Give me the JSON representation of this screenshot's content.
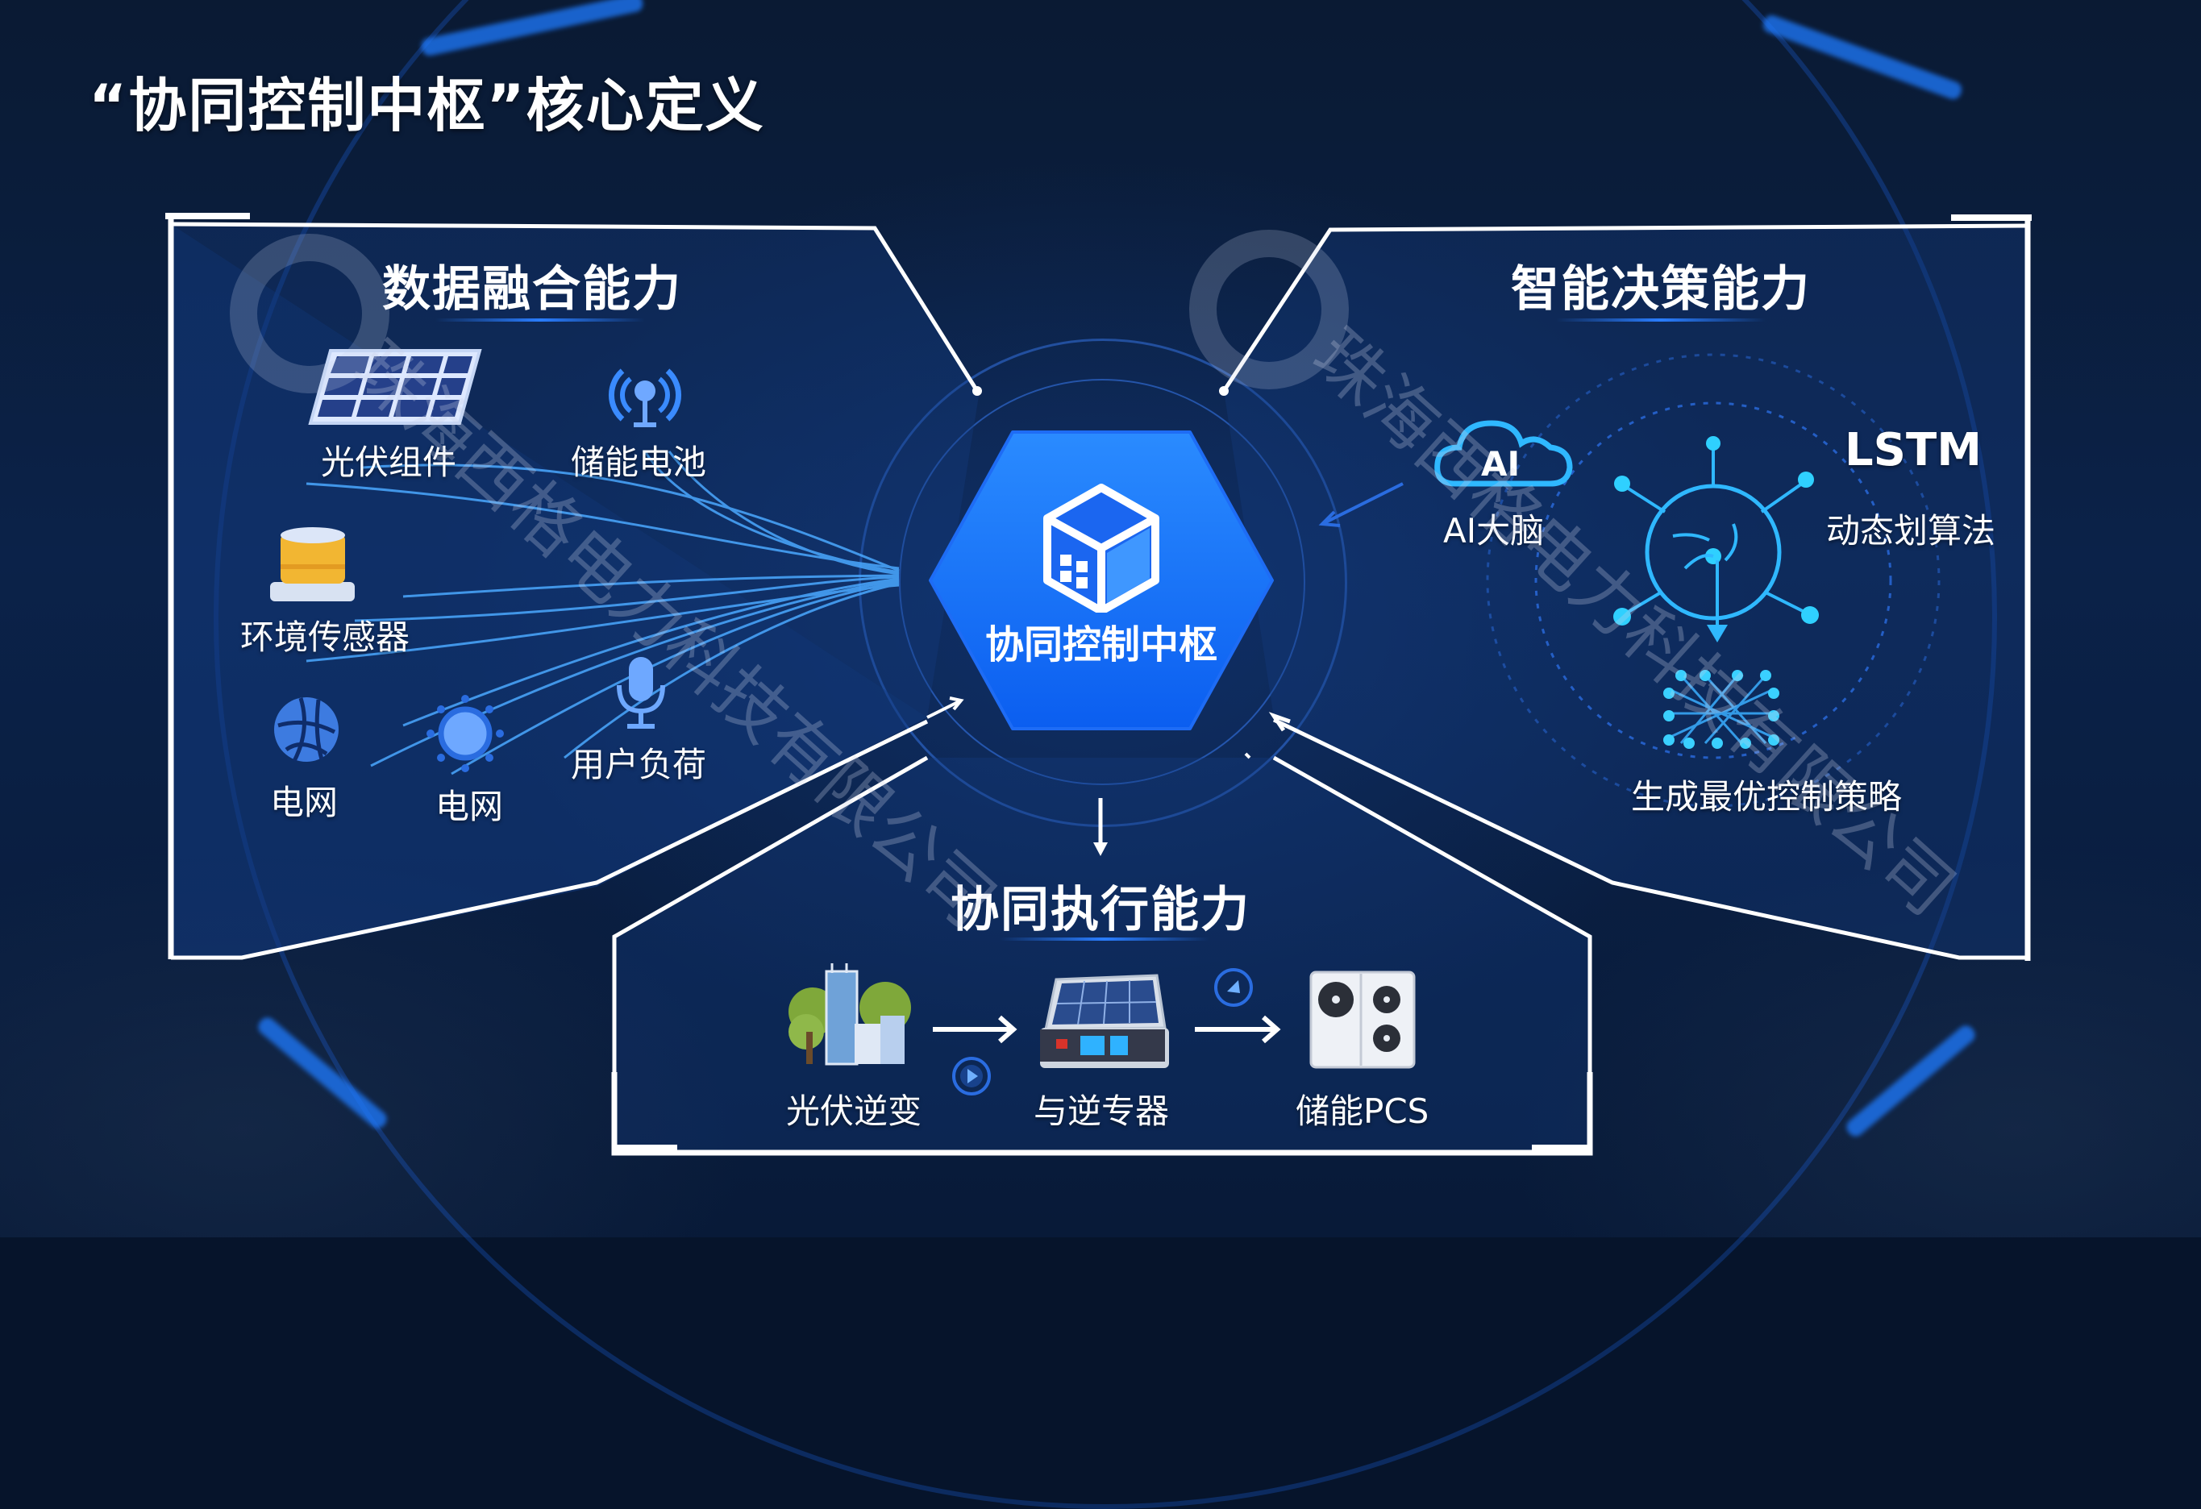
{
  "title": "“协同控制中枢”核心定义",
  "hub": {
    "label": "协同控制中枢",
    "icon": "cube-icon",
    "color": "#1e6cf5"
  },
  "panels": {
    "data_fusion": {
      "title": "数据融合能力",
      "items": [
        {
          "label": "光伏组件",
          "icon": "solar-panel-icon"
        },
        {
          "label": "储能电池",
          "icon": "antenna-icon"
        },
        {
          "label": "环境传感器",
          "icon": "sensor-cylinder-icon"
        },
        {
          "label": "电网",
          "icon": "globe-grid-icon"
        },
        {
          "label": "电网",
          "icon": "sun-icon"
        },
        {
          "label": "用户负荷",
          "icon": "microphone-icon"
        }
      ]
    },
    "decision": {
      "title": "智能决策能力",
      "items": [
        {
          "label": "AI大脑",
          "icon": "ai-cloud-icon",
          "badge": "AI"
        },
        {
          "label": "LSTM",
          "icon": "none"
        },
        {
          "label": "动态划算法",
          "icon": "none"
        },
        {
          "label": "生成最优控制策略",
          "icon": "neural-network-icon"
        }
      ]
    },
    "execution": {
      "title": "协同执行能力",
      "items": [
        {
          "label": "光伏逆变",
          "icon": "building-trees-icon"
        },
        {
          "label": "与逆专器",
          "icon": "solar-device-icon"
        },
        {
          "label": "储能PCS",
          "icon": "pcs-cabinet-icon"
        }
      ]
    }
  },
  "watermark": "珠海西格电力科技有限公司",
  "colors": {
    "accent": "#2a7dff",
    "frame": "#ffffff",
    "background": "#0b2249",
    "sensor_yellow": "#f2b632"
  }
}
